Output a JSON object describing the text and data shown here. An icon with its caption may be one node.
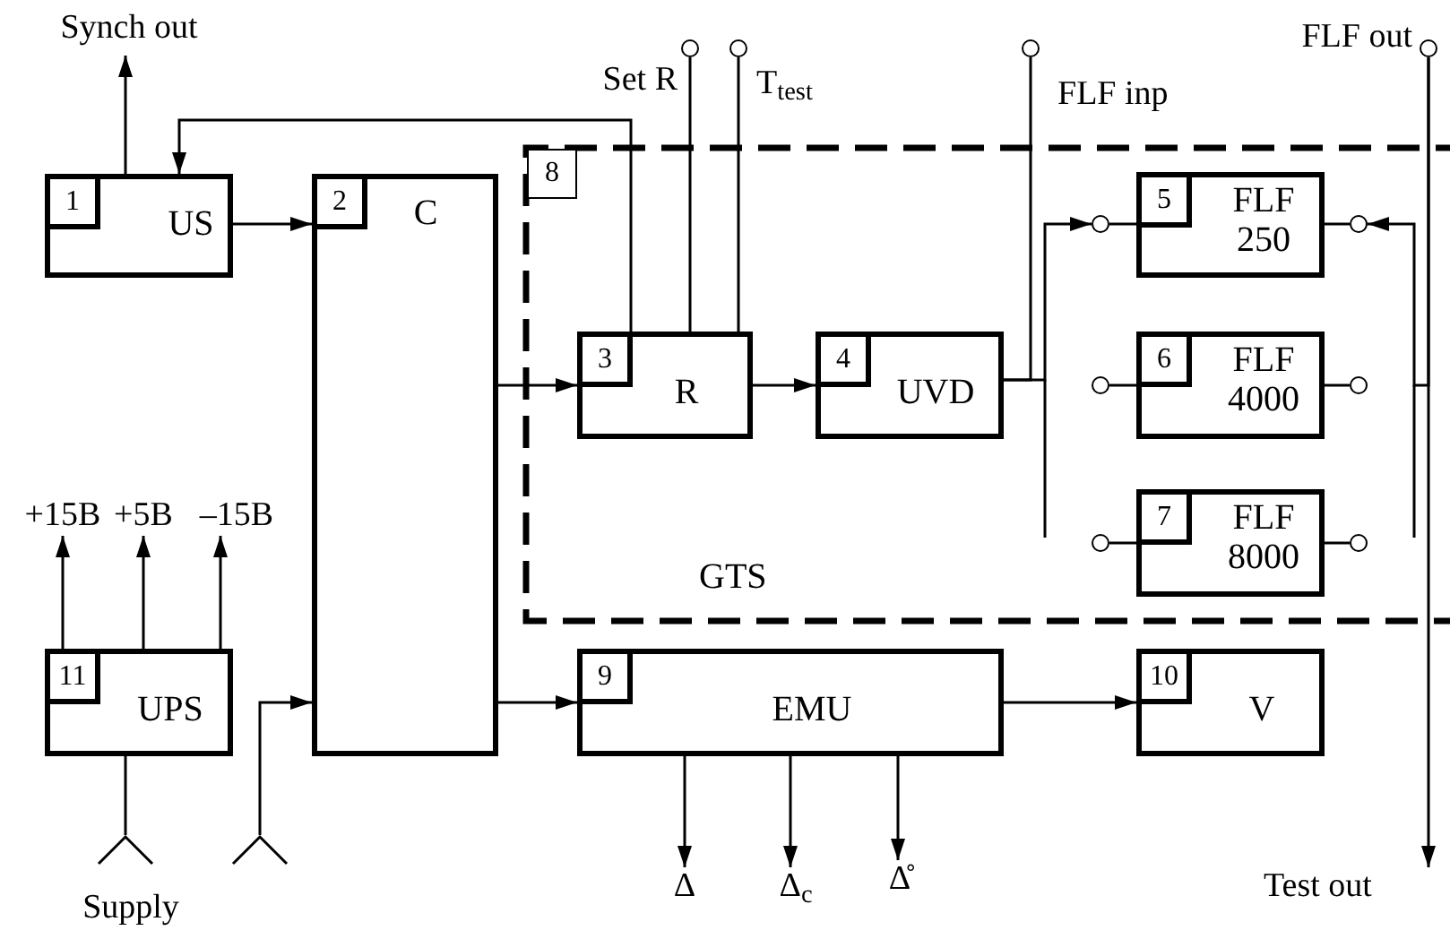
{
  "diagram": {
    "nodes": [
      {
        "text": [
          "Synch out"
        ]
      },
      {
        "text": [],
        "shape": "circle",
        "beside": [
          "Set R"
        ]
      },
      {
        "text": [],
        "shape": "circle",
        "beside": [
          "T$_{test}$"
        ]
      },
      {
        "text": [],
        "shape": "circle",
        "beside": [
          "FLF inp"
        ]
      },
      {
        "text": [],
        "shape": "circle",
        "beside": [
          "FLF out"
        ]
      },
      {
        "text": [
          "1",
          "US"
        ]
      },
      {
        "text": [
          "2",
          "C"
        ]
      },
      {
        "text": [
          "8",
          "GTS"
        ]
      },
      {
        "text": [
          "3",
          "R"
        ],
        "in": 7
      },
      {
        "text": [
          "4",
          "UVD"
        ],
        "in": 7
      },
      {
        "text": [],
        "shape": "circle",
        "in": 7
      },
      {
        "text": [
          "5",
          "FLF 250"
        ],
        "in": 7
      },
      {
        "text": [],
        "shape": "circle",
        "in": 7
      },
      {
        "text": [],
        "shape": "circle",
        "in": 7
      },
      {
        "text": [
          "6",
          "FLF 4000"
        ],
        "in": 7
      },
      {
        "text": [],
        "shape": "circle",
        "in": 7
      },
      {
        "text": [],
        "shape": "circle",
        "in": 7
      },
      {
        "text": [
          "7",
          "FLF 8000"
        ],
        "in": 7
      },
      {
        "text": [],
        "shape": "circle",
        "in": 7
      },
      {
        "text": [
          "+15B"
        ]
      },
      {
        "text": [
          "+5B"
        ]
      },
      {
        "text": [
          "–15B"
        ]
      },
      {
        "text": [
          "11",
          "UPS"
        ]
      },
      {
        "text": [
          "9",
          "EMU"
        ]
      },
      {
        "text": [
          "10",
          "V"
        ]
      },
      {
        "text": [],
        "shape": "antenna",
        "beside": [
          "Supply"
        ]
      },
      {
        "text": [],
        "shape": "antenna"
      },
      {
        "text": [
          "Δ"
        ]
      },
      {
        "text": [
          "Δ$_{c}$"
        ]
      },
      {
        "text": [
          "Δ̊"
        ]
      },
      {
        "text": [
          "Test out"
        ]
      }
    ],
    "edges": [
      {
        "from": 5,
        "to": 0,
        "arrow": "to"
      },
      {
        "from": 8,
        "to": 5,
        "arrow": "to"
      },
      {
        "from": 5,
        "to": 6,
        "arrow": "to"
      },
      {
        "from": 6,
        "to": 8,
        "arrow": "to"
      },
      {
        "from": 8,
        "to": 9,
        "arrow": "to"
      },
      {
        "from": 1,
        "to": 8,
        "arrow": "none"
      },
      {
        "from": 2,
        "to": 8,
        "arrow": "none"
      },
      {
        "from": 9,
        "to": 3,
        "arrow": "none"
      },
      {
        "from": 9,
        "to": 10,
        "arrow": "to"
      },
      {
        "from": 10,
        "to": 11,
        "arrow": "none"
      },
      {
        "from": 13,
        "to": 14,
        "arrow": "none"
      },
      {
        "from": 16,
        "to": 17,
        "arrow": "none"
      },
      {
        "from": 11,
        "to": 12,
        "arrow": "none"
      },
      {
        "from": 14,
        "to": 15,
        "arrow": "none"
      },
      {
        "from": 17,
        "to": 18,
        "arrow": "none"
      },
      {
        "from": 4,
        "to": 12,
        "arrow": "to"
      },
      {
        "from": 4,
        "to": 30,
        "arrow": "to"
      },
      {
        "from": 22,
        "to": 19,
        "arrow": "to"
      },
      {
        "from": 22,
        "to": 20,
        "arrow": "to"
      },
      {
        "from": 22,
        "to": 21,
        "arrow": "to"
      },
      {
        "from": 22,
        "to": 25,
        "arrow": "none"
      },
      {
        "from": 26,
        "to": 6,
        "arrow": "to"
      },
      {
        "from": 6,
        "to": 23,
        "arrow": "to"
      },
      {
        "from": 23,
        "to": 24,
        "arrow": "to"
      },
      {
        "from": 23,
        "to": 27,
        "arrow": "to"
      },
      {
        "from": 23,
        "to": 28,
        "arrow": "to"
      },
      {
        "from": 23,
        "to": 29,
        "arrow": "to"
      }
    ]
  }
}
